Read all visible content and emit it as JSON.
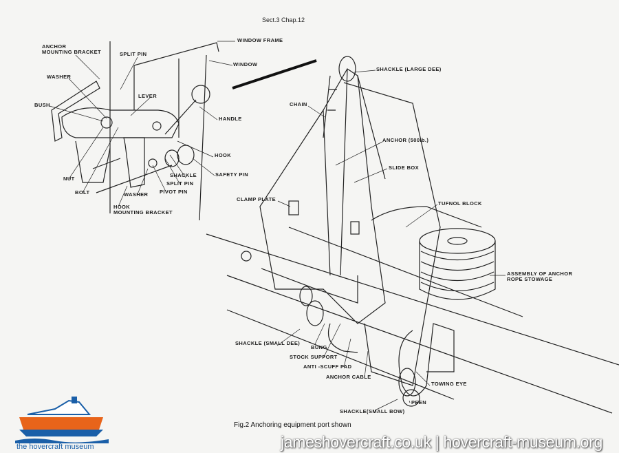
{
  "header": "Sect.3  Chap.12",
  "caption": "Fig.2  Anchoring equipment port shown",
  "watermark": "jameshovercraft.co.uk | hovercraft-museum.org",
  "logo_text": "the hovercraft museum",
  "labels_left": {
    "anchor_mounting_bracket_1": "ANCHOR",
    "anchor_mounting_bracket_2": "MOUNTING BRACKET",
    "split_pin_top": "SPLIT PIN",
    "window_frame": "WINDOW FRAME",
    "window": "WINDOW",
    "washer_top": "WASHER",
    "lever": "LEVER",
    "bush": "BUSH",
    "handle": "HANDLE",
    "hook": "HOOK",
    "safety_pin": "SAFETY PIN",
    "shackle": "SHACKLE",
    "split_pin_bottom": "SPLIT PIN",
    "pivot_pin": "PIVOT PIN",
    "washer_bottom": "WASHER",
    "nut": "NUT",
    "bolt": "BOLT",
    "hook_mounting_bracket_1": "HOOK",
    "hook_mounting_bracket_2": "MOUNTING BRACKET"
  },
  "labels_right": {
    "shackle_large_dee": "SHACKLE (LARGE DEE)",
    "chain": "CHAIN",
    "anchor": "ANCHOR (500lb.)",
    "slide_box": "SLIDE BOX",
    "clamp_plate": "CLAMP PLATE",
    "tufnol_block": "TUFNOL BLOCK",
    "rope_stowage_1": "ASSEMBLY OF ANCHOR",
    "rope_stowage_2": "ROPE STOWAGE",
    "shackle_small_dee": "SHACKLE (SMALL DEE)",
    "bung": "BUNG",
    "stock_support": "STOCK SUPPORT",
    "anti_scuff_pad": "ANTI -SCUFF PAD",
    "anchor_cable": "ANCHOR CABLE",
    "towing_eye": "TOWING EYE",
    "peen": "PEEN",
    "shackle_small_bow": "SHACKLE(SMALL BOW)"
  }
}
